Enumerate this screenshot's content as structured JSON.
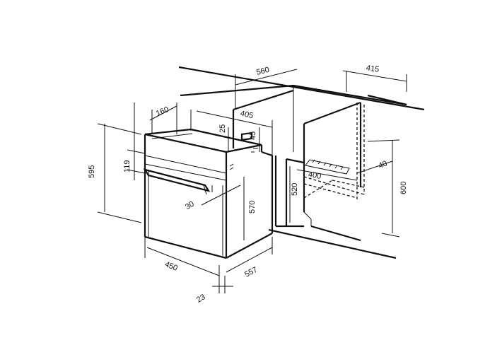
{
  "diagram": {
    "labels": {
      "d560": "560",
      "d415": "415",
      "d160": "160",
      "d405": "405",
      "d25": "25",
      "d45": "45",
      "d595": "595",
      "d119": "119",
      "d520": "520",
      "d600": "600",
      "d400": "400",
      "d40": "40",
      "d570": "570",
      "d30": "30",
      "d450": "450",
      "d557": "557",
      "d23": "23"
    }
  }
}
